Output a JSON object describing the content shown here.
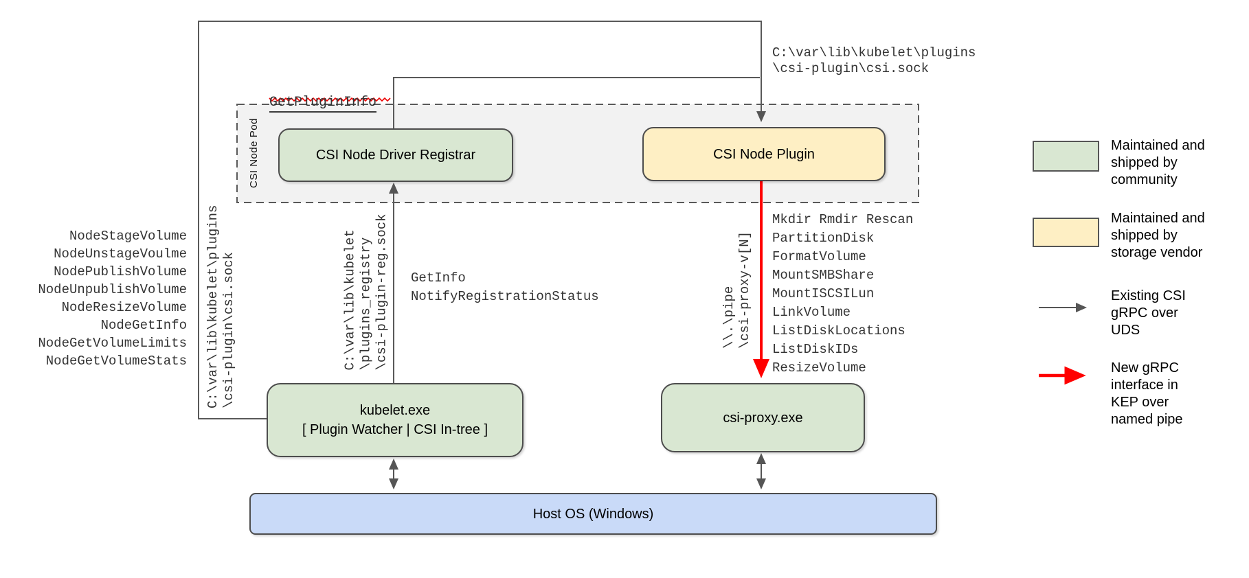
{
  "pod": {
    "label": "CSI Node Pod"
  },
  "nodes": {
    "registrar": "CSI Node Driver Registrar",
    "plugin": "CSI Node Plugin",
    "kubelet_line1": "kubelet.exe",
    "kubelet_line2": "[ Plugin Watcher | CSI In-tree ]",
    "csi_proxy": "csi-proxy.exe",
    "host_os": "Host OS (Windows)"
  },
  "labels": {
    "get_plugin_info": "GetPluginInfo",
    "registrar_calls": "GetInfo\nNotifyRegistrationStatus"
  },
  "paths": {
    "top_socket": "C:\\var\\lib\\kubelet\\plugins\n\\csi-plugin\\csi.sock",
    "left_socket": "C:\\var\\lib\\kubelet\\plugins\n\\csi-plugin\\csi.sock",
    "registry_socket": "C:\\var\\lib\\kubelet\n\\plugins_registry\n\\csi-plugin-reg.sock",
    "named_pipe": "\\\\.\\pipe\n\\csi-proxy-v[N]"
  },
  "node_calls": [
    "NodeStageVolume",
    "NodeUnstageVoulme",
    "NodePublishVolume",
    "NodeUnpublishVolume",
    "NodeResizeVolume",
    "NodeGetInfo",
    "NodeGetVolumeLimits",
    "NodeGetVolumeStats"
  ],
  "proxy_calls": [
    "Mkdir Rmdir Rescan",
    "PartitionDisk",
    "FormatVolume",
    "MountSMBShare",
    "MountISCSILun",
    "LinkVolume",
    "ListDiskLocations",
    "ListDiskIDs",
    "ResizeVolume"
  ],
  "legend": {
    "community": "Maintained and\nshipped by\ncommunity",
    "vendor": "Maintained and\nshipped by\nstorage vendor",
    "existing": "Existing CSI\ngRPC over\nUDS",
    "new": "New gRPC\ninterface in\nKEP over\nnamed pipe"
  },
  "colors": {
    "community_green": "#d9e7d2",
    "vendor_yellow": "#feefc4",
    "host_blue": "#c9daf8",
    "wire_gray": "#595959",
    "new_red": "#ff0000"
  }
}
